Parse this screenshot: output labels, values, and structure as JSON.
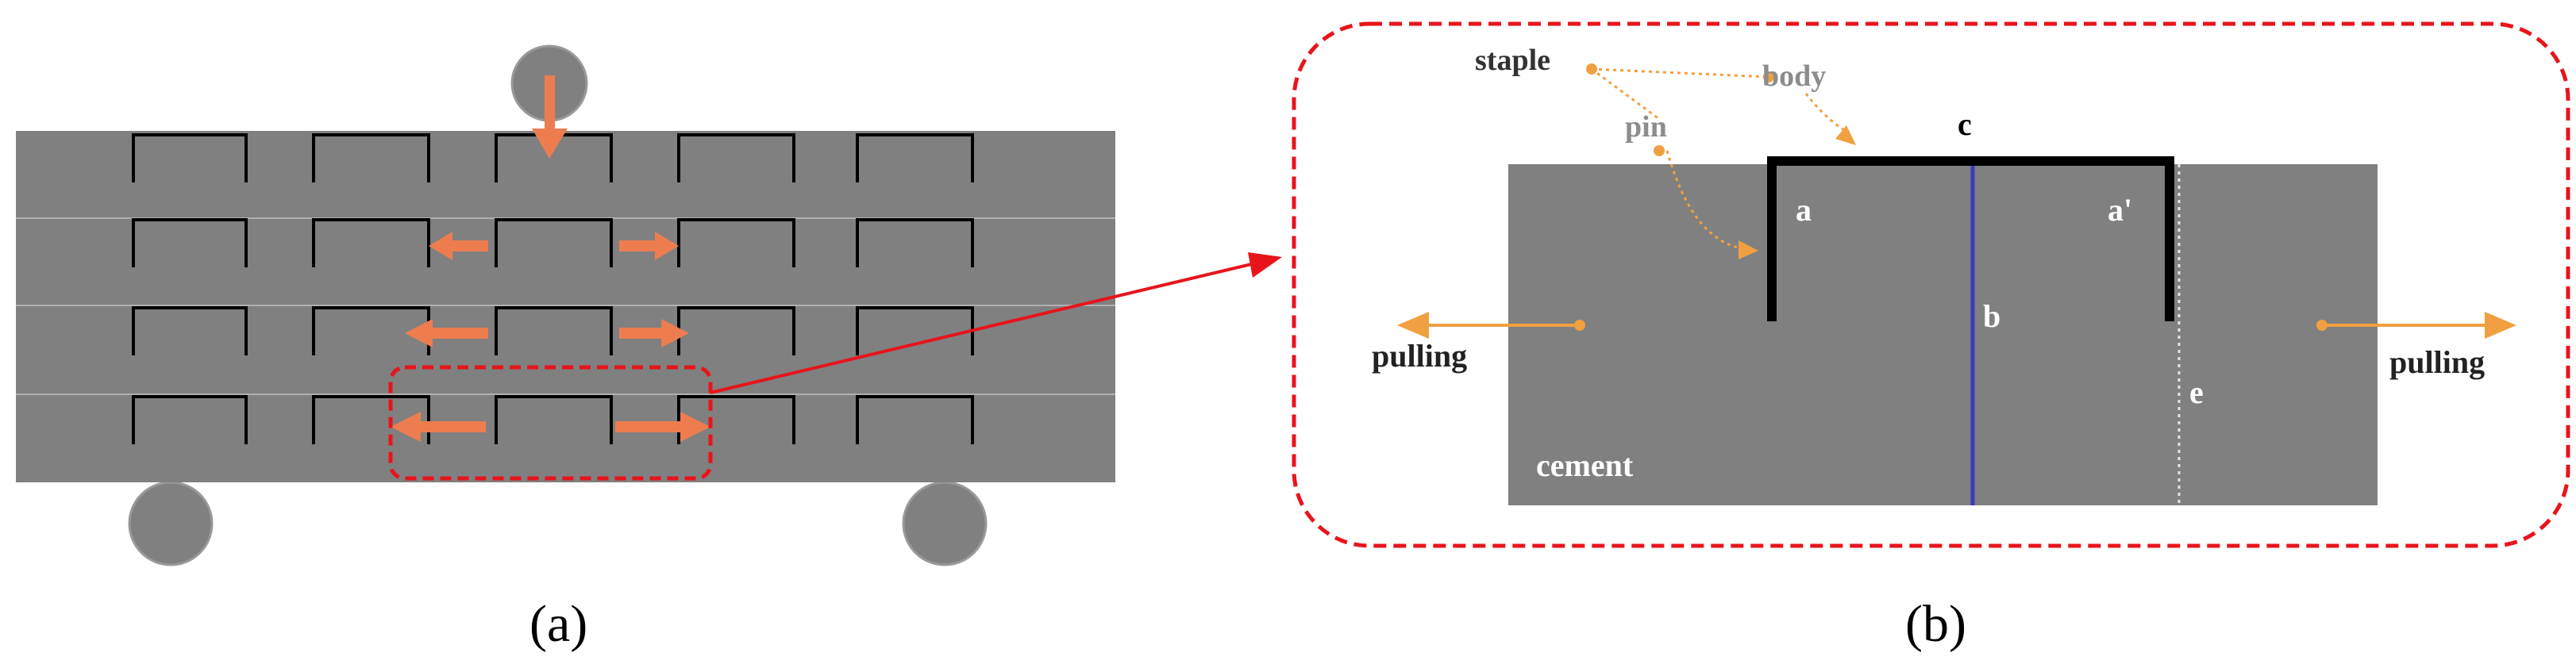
{
  "panel_a": {
    "caption": "(a)"
  },
  "panel_b": {
    "caption": "(b)",
    "labels": {
      "staple": "staple",
      "body": "body",
      "pin": "pin",
      "c": "c",
      "a": "a",
      "a_prime": "a'",
      "b": "b",
      "e": "e",
      "pulling_left": "pulling",
      "pulling_right": "pulling",
      "cement": "cement"
    }
  },
  "colors": {
    "concrete": "#808080",
    "staple": "#000000",
    "arrow": "#ED7D4F",
    "light_arrow": "#F0A040",
    "callout": "#E8141C",
    "center_line": "#3A3ABF",
    "label_gray": "#8C8C8C"
  }
}
